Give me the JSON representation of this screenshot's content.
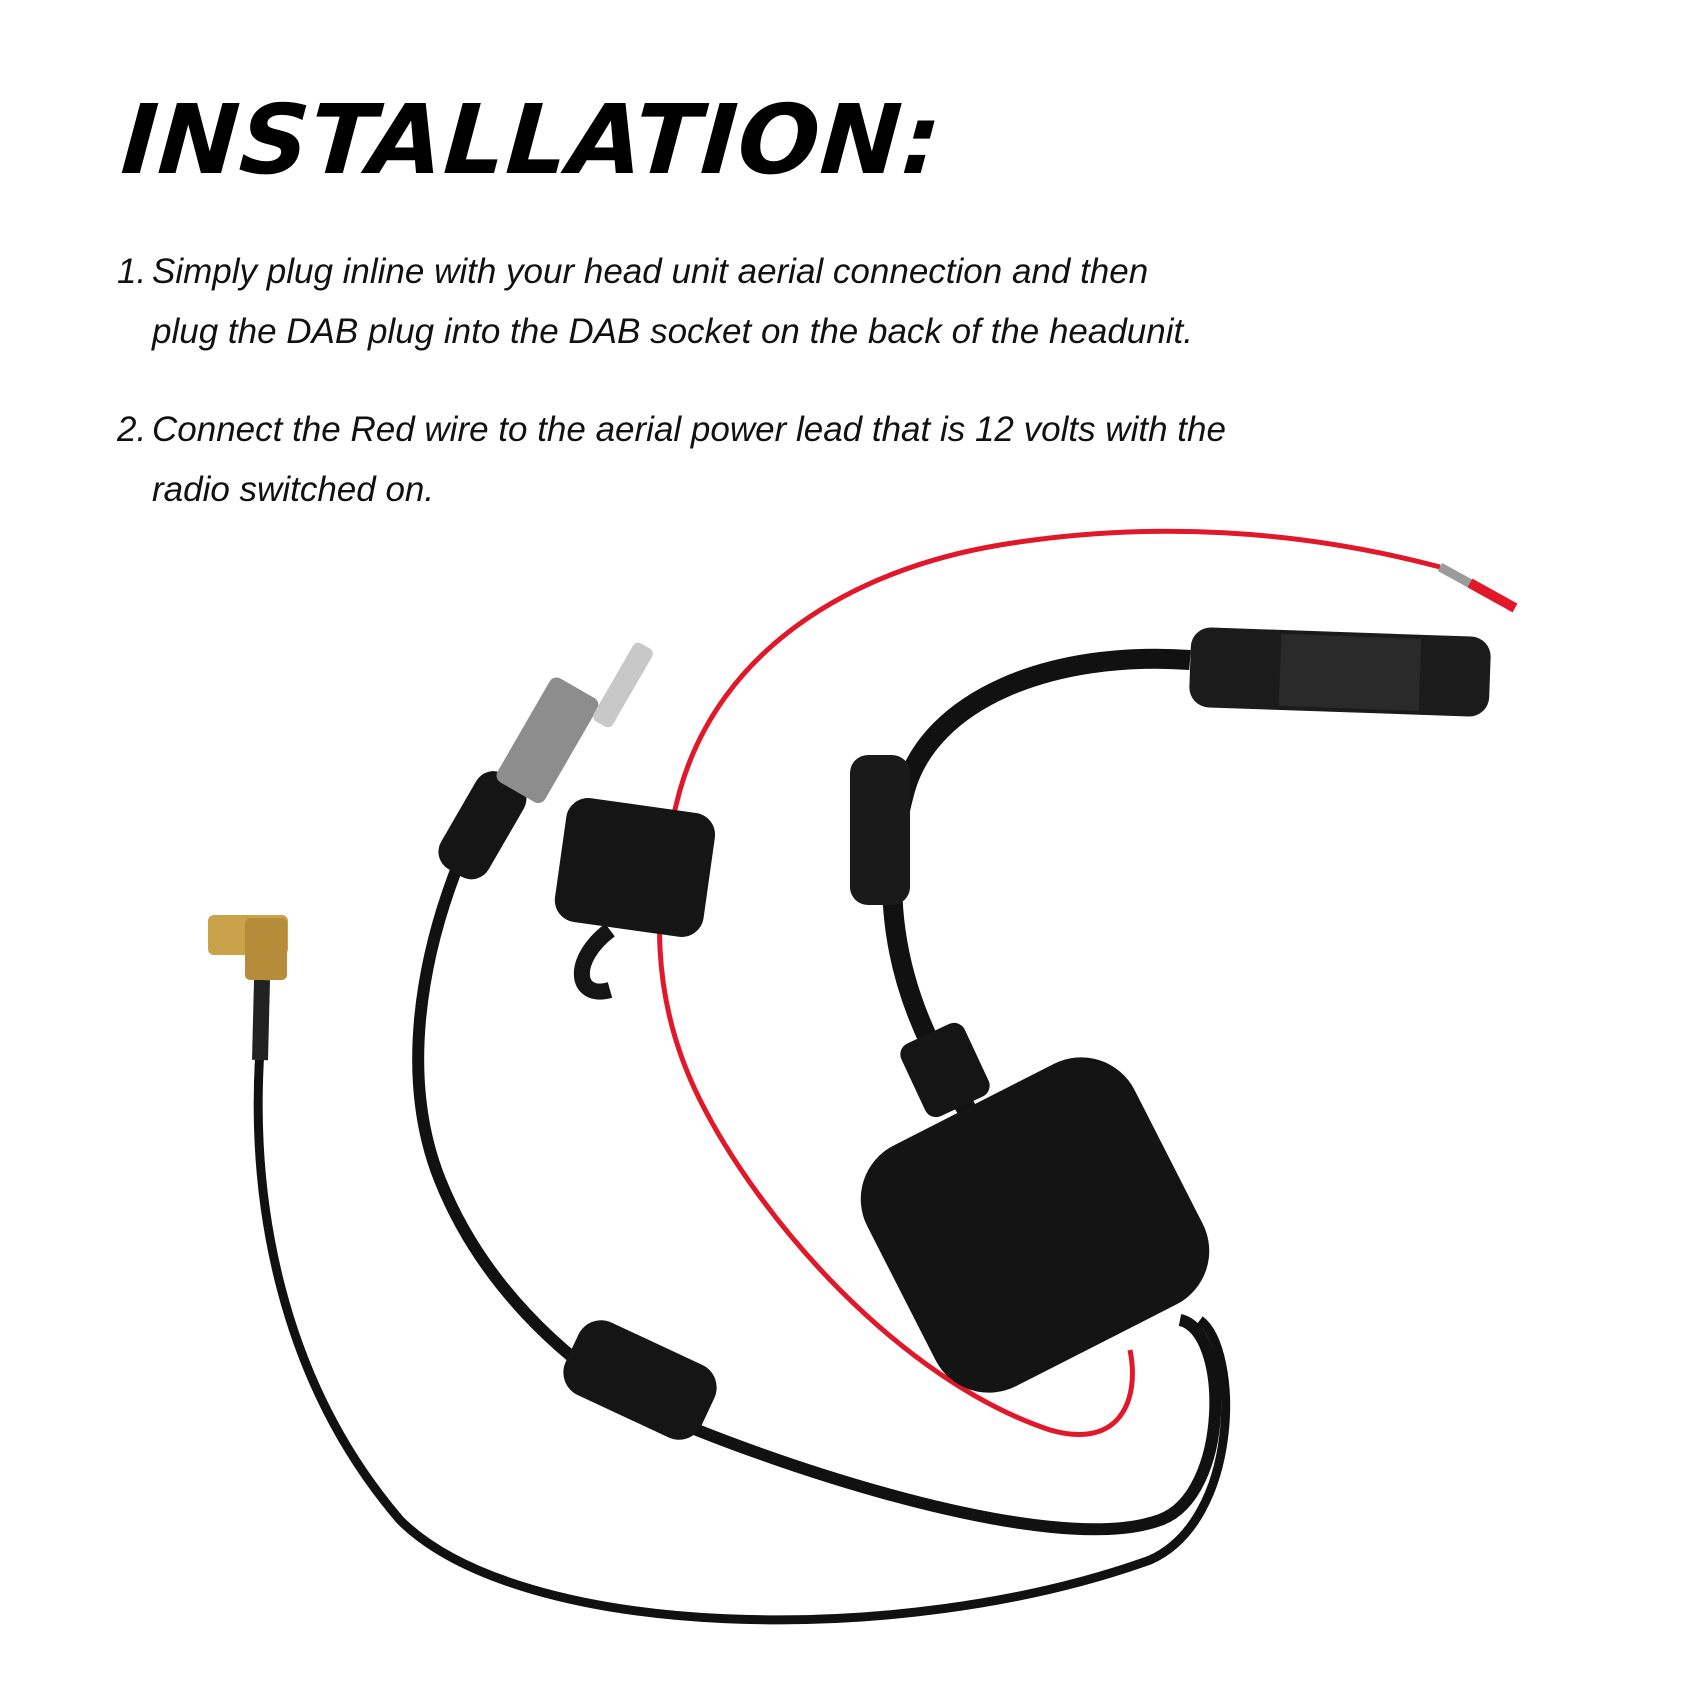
{
  "heading": "INSTALLATION:",
  "steps": [
    {
      "number": "1.",
      "text": "Simply plug inline with your head unit aerial connection and then\nplug the DAB plug into the DAB socket on the back of the headunit."
    },
    {
      "number": "2.",
      "text": "Connect the Red wire to the aerial power lead that is 12 volts with the\nradio switched on."
    }
  ],
  "colors": {
    "cable": "#111111",
    "red_wire": "#e0182a",
    "gold": "#c9a24a",
    "silver": "#b9b9b9",
    "background": "#ffffff"
  }
}
